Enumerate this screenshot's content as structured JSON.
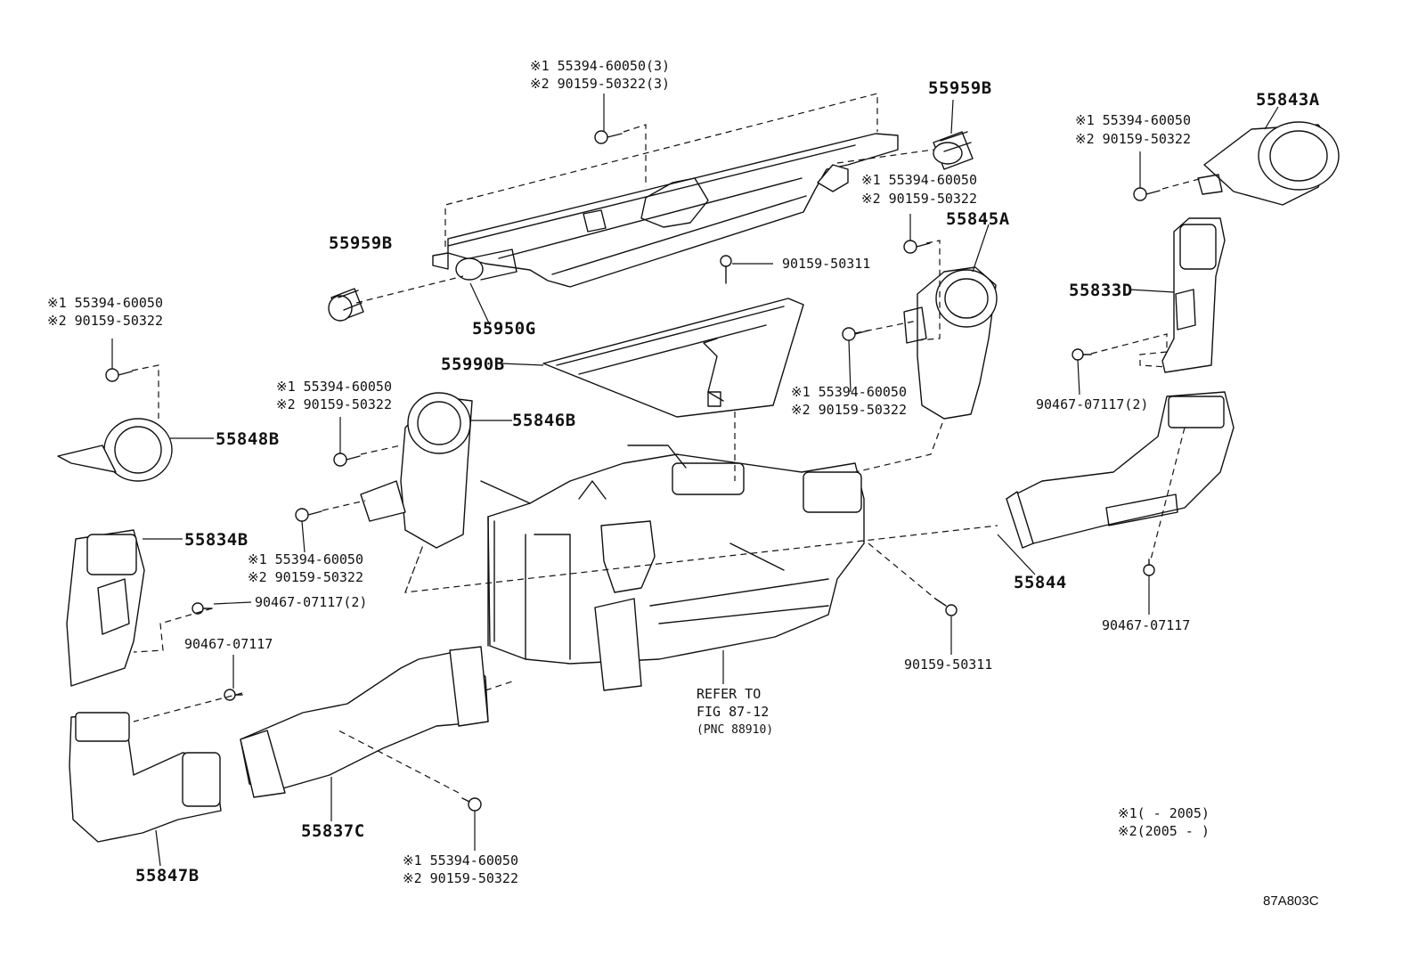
{
  "parts": {
    "p55959B_top": "55959B",
    "p55959B_left": "55959B",
    "p55950G": "55950G",
    "p55990B": "55990B",
    "p55843A": "55843A",
    "p55845A": "55845A",
    "p55833D": "55833D",
    "p55848B": "55848B",
    "p55846B": "55846B",
    "p55834B": "55834B",
    "p55844": "55844",
    "p55837C": "55837C",
    "p55847B": "55847B"
  },
  "fasteners": {
    "top_center_1": "※1 55394-60050(3)",
    "top_center_2": "※2 90159-50322(3)",
    "top_right_1": "※1 55394-60050",
    "top_right_2": "※2 90159-50322",
    "mid_right_1": "※1 55394-60050",
    "mid_right_2": "※2 90159-50322",
    "left_upper_1": "※1 55394-60050",
    "left_upper_2": "※2 90159-50322",
    "left_mid_1": "※1 55394-60050",
    "left_mid_2": "※2 90159-50322",
    "center_1": "※1 55394-60050",
    "center_2": "※2 90159-50322",
    "left_lower_1": "※1 55394-60050",
    "left_lower_2": "※2 90159-50322",
    "bottom_1": "※1 55394-60050",
    "bottom_2": "※2 90159-50322",
    "screw_center": "90159-50311",
    "screw_right": "90159-50311",
    "clip_right_2": "90467-07117(2)",
    "clip_right": "90467-07117",
    "clip_left_2": "90467-07117(2)",
    "clip_left": "90467-07117"
  },
  "reference": {
    "line1": "REFER TO",
    "line2": "FIG 87-12",
    "line3": "(PNC 88910)"
  },
  "notes": {
    "n1": "※1(      - 2005)",
    "n2": "※2(2005 -      )"
  },
  "diagram_id": "87A803C"
}
